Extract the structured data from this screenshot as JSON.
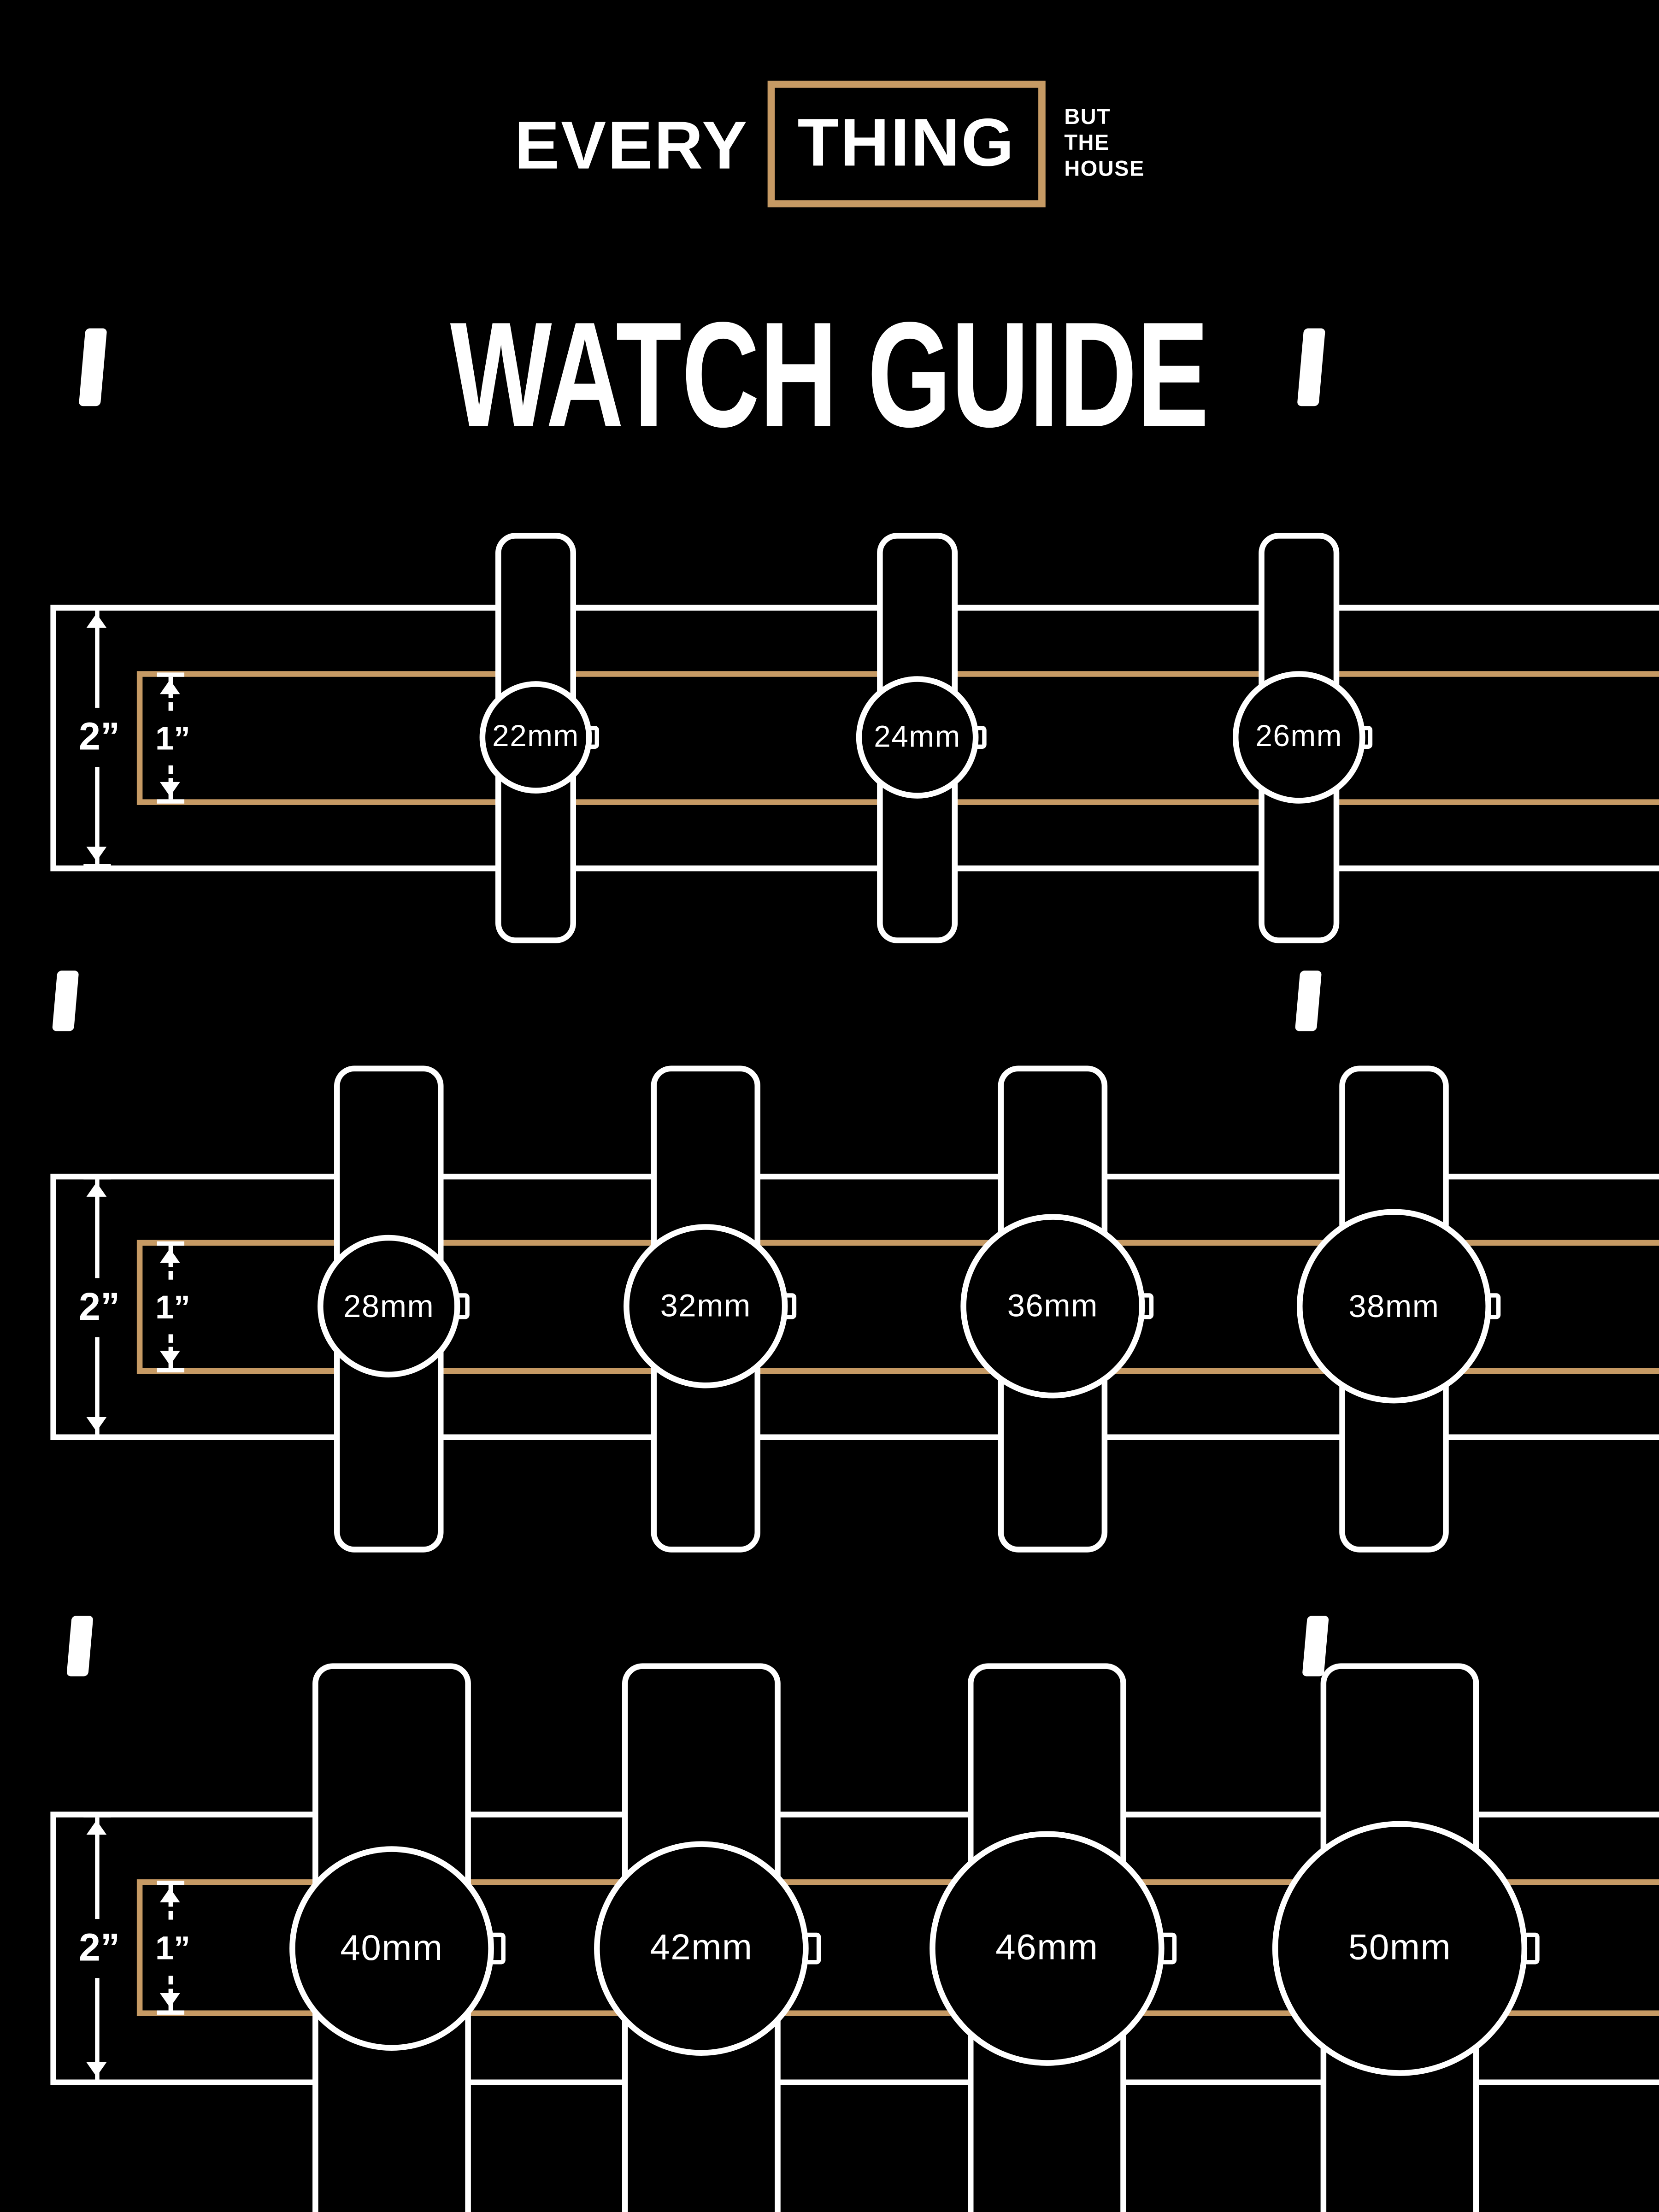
{
  "page": {
    "background": "#000000",
    "foreground": "#FFFFFF",
    "accent_tan": "#C69A64"
  },
  "logo": {
    "word_outside": "EVERY",
    "word_boxed": "THING",
    "tagline": [
      "BUT",
      "THE",
      "HOUSE"
    ]
  },
  "title": "WATCH GUIDE",
  "rows": [
    {
      "outer_width_label": "2”",
      "inner_width_label": "1”",
      "watches": [
        {
          "case_size": "22mm"
        },
        {
          "case_size": "24mm"
        },
        {
          "case_size": "26mm"
        }
      ]
    },
    {
      "outer_width_label": "2”",
      "inner_width_label": "1”",
      "watches": [
        {
          "case_size": "28mm"
        },
        {
          "case_size": "32mm"
        },
        {
          "case_size": "36mm"
        },
        {
          "case_size": "38mm"
        }
      ]
    },
    {
      "outer_width_label": "2”",
      "inner_width_label": "1”",
      "watches": [
        {
          "case_size": "40mm"
        },
        {
          "case_size": "42mm"
        },
        {
          "case_size": "46mm"
        },
        {
          "case_size": "50mm"
        }
      ]
    }
  ]
}
